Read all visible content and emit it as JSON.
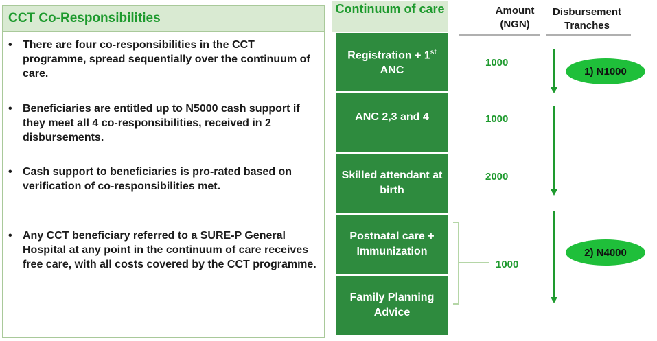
{
  "left_panel": {
    "title": "CCT Co-Responsibilities",
    "bullets": [
      "There are four co-responsibilities in the CCT programme, spread sequentially over the continuum of care.",
      "Beneficiaries are entitled up to N5000 cash support if they meet all 4  co-responsibilities, received in 2 disbursements.",
      "Cash support to beneficiaries is pro-rated based on verification of co-responsibilities met.",
      "Any CCT beneficiary referred to a SURE-P General Hospital at any point in the continuum of care receives free care, with all costs covered by the CCT programme."
    ],
    "bullet_symbol": "•"
  },
  "columns": {
    "continuum_header": "Continuum of care",
    "amount_header_line1": "Amount",
    "amount_header_line2": "(NGN)",
    "tranches_header_line1": "Disbursement",
    "tranches_header_line2": "Tranches"
  },
  "stages": [
    {
      "label": "Registration + 1",
      "sup": "st",
      "label_tail": " ANC"
    },
    {
      "label": "ANC 2,3 and 4"
    },
    {
      "label": "Skilled attendant at birth"
    },
    {
      "label": "Postnatal care + Immunization"
    },
    {
      "label": "Family Planning Advice"
    }
  ],
  "amounts": [
    "1000",
    "1000",
    "2000",
    "1000"
  ],
  "tranches": [
    "1) N1000",
    "2) N4000"
  ],
  "colors": {
    "accent_green": "#1e9a2e",
    "stage_green": "#2e8b3e",
    "header_bg": "#d9ead2",
    "tranche_green": "#1fbf3a"
  }
}
